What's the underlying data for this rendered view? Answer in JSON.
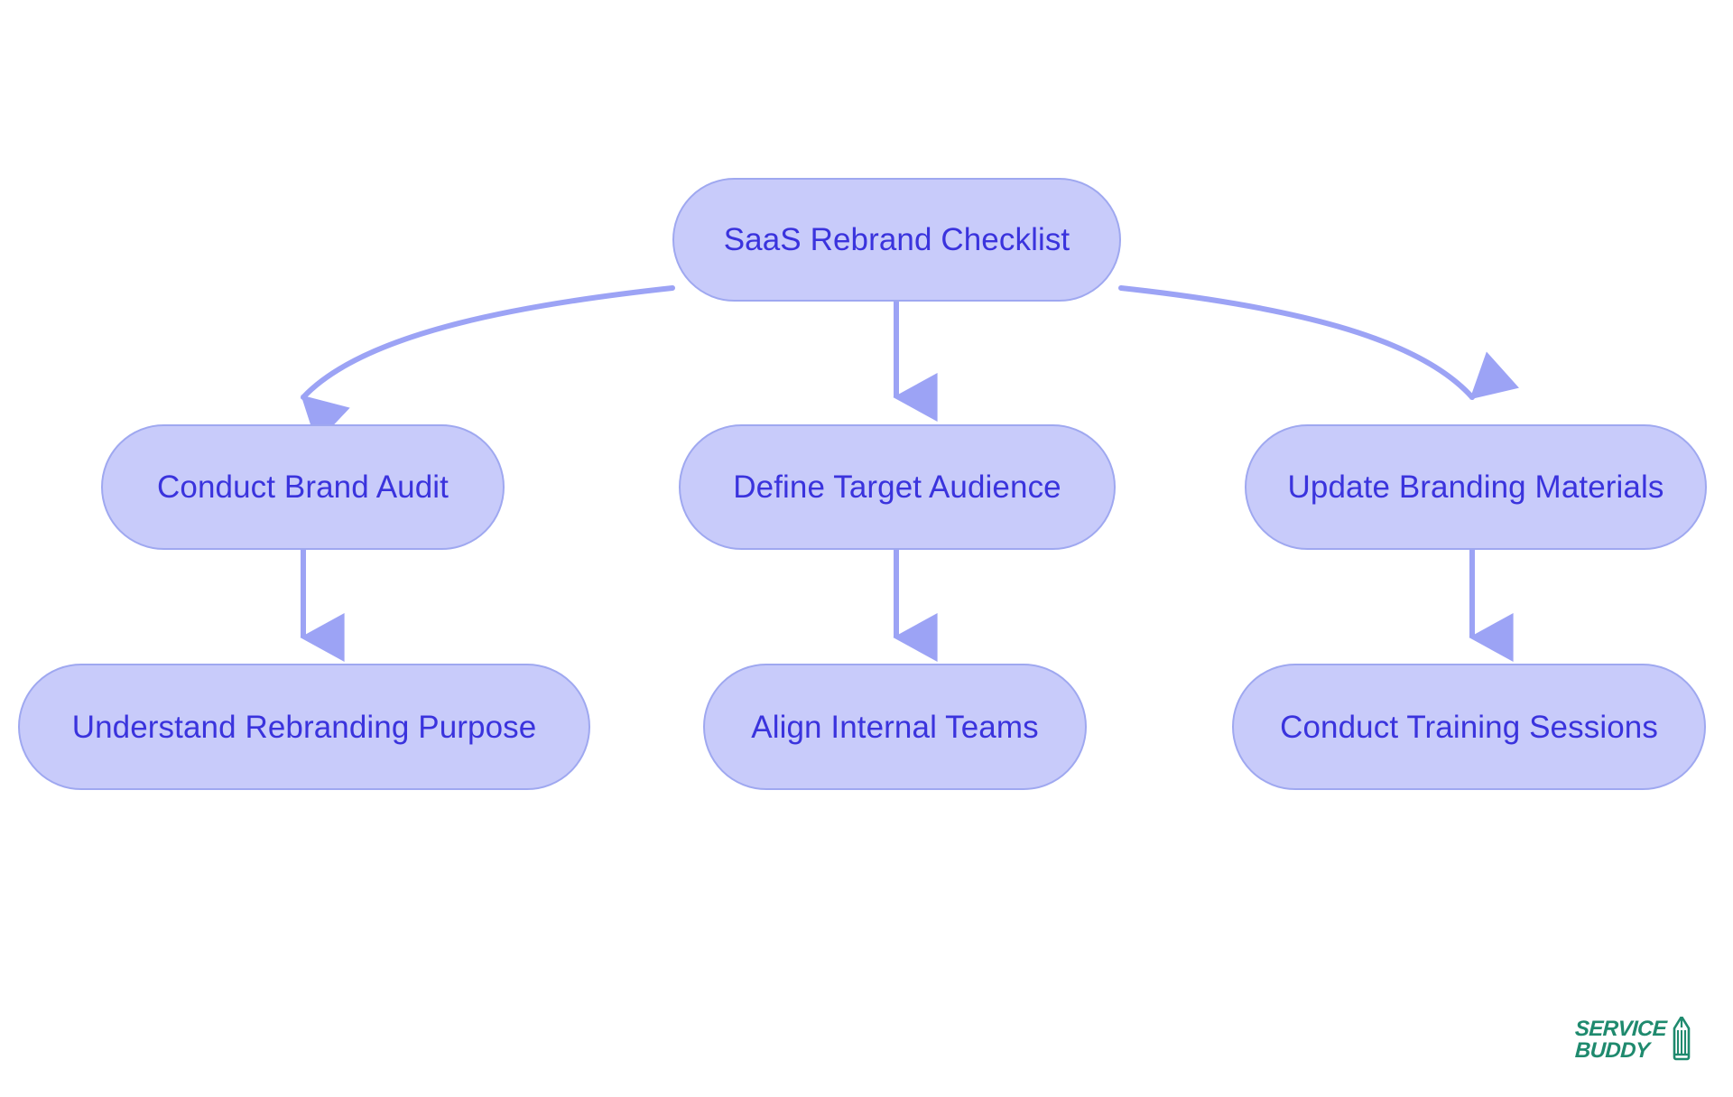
{
  "diagram": {
    "type": "flowchart",
    "orientation": "top-down",
    "title": "SaaS Rebrand Checklist",
    "colors": {
      "node_fill": "#c8cbfa",
      "node_border": "#9fa8f0",
      "node_text": "#3a33dd",
      "edge": "#9ca3f5",
      "background": "#ffffff",
      "logo": "#1f8a6e"
    },
    "nodes": [
      {
        "id": "root",
        "label": "SaaS Rebrand Checklist",
        "level": 0
      },
      {
        "id": "audit",
        "label": "Conduct Brand Audit",
        "level": 1
      },
      {
        "id": "audience",
        "label": "Define Target Audience",
        "level": 1
      },
      {
        "id": "materials",
        "label": "Update Branding Materials",
        "level": 1
      },
      {
        "id": "purpose",
        "label": "Understand Rebranding Purpose",
        "level": 2
      },
      {
        "id": "align",
        "label": "Align Internal Teams",
        "level": 2
      },
      {
        "id": "training",
        "label": "Conduct Training Sessions",
        "level": 2
      }
    ],
    "edges": [
      {
        "from": "root",
        "to": "audit",
        "style": "curved",
        "arrow": true
      },
      {
        "from": "root",
        "to": "audience",
        "style": "straight",
        "arrow": true
      },
      {
        "from": "root",
        "to": "materials",
        "style": "curved",
        "arrow": true
      },
      {
        "from": "audit",
        "to": "purpose",
        "style": "straight",
        "arrow": true
      },
      {
        "from": "audience",
        "to": "align",
        "style": "straight",
        "arrow": true
      },
      {
        "from": "materials",
        "to": "training",
        "style": "straight",
        "arrow": true
      }
    ]
  },
  "logo": {
    "line1": "SERVICE",
    "line2": "BUDDY",
    "icon": "pencil-icon"
  }
}
